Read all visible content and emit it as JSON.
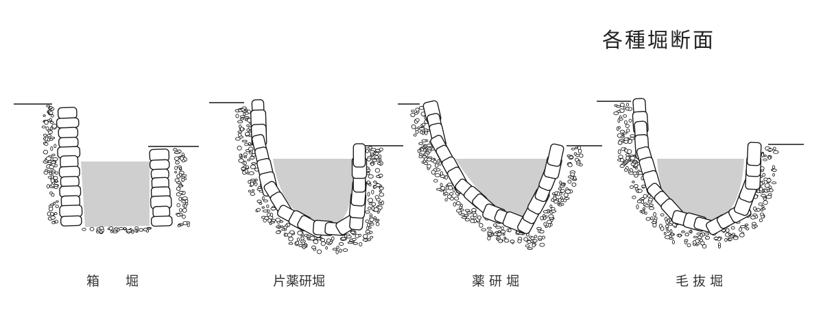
{
  "title": "各種堀断面",
  "sections": [
    {
      "id": "hako",
      "label": "箱　　堀"
    },
    {
      "id": "katayagen",
      "label": "片薬研堀"
    },
    {
      "id": "yagen",
      "label": "薬 研 堀"
    },
    {
      "id": "kenuki",
      "label": "毛 抜 堀"
    }
  ],
  "colors": {
    "water": "#cfcfcf",
    "stone_fill": "#ffffff",
    "outline": "#1a1a1a",
    "background": "#ffffff"
  }
}
